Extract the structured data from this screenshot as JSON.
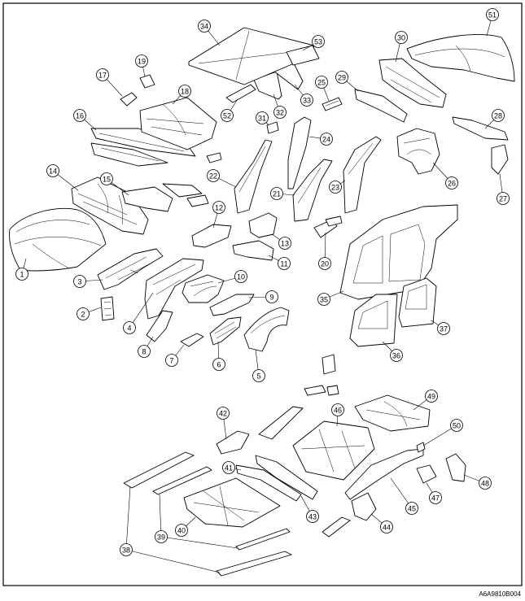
{
  "figure_code": "A6A9810B004",
  "callouts": [
    {
      "n": "1"
    },
    {
      "n": "2"
    },
    {
      "n": "3"
    },
    {
      "n": "4"
    },
    {
      "n": "5"
    },
    {
      "n": "6"
    },
    {
      "n": "7"
    },
    {
      "n": "8"
    },
    {
      "n": "9"
    },
    {
      "n": "10"
    },
    {
      "n": "11"
    },
    {
      "n": "12"
    },
    {
      "n": "13"
    },
    {
      "n": "14"
    },
    {
      "n": "15"
    },
    {
      "n": "16"
    },
    {
      "n": "17"
    },
    {
      "n": "18"
    },
    {
      "n": "19"
    },
    {
      "n": "20"
    },
    {
      "n": "21"
    },
    {
      "n": "22"
    },
    {
      "n": "23"
    },
    {
      "n": "24"
    },
    {
      "n": "25"
    },
    {
      "n": "26"
    },
    {
      "n": "27"
    },
    {
      "n": "28"
    },
    {
      "n": "29"
    },
    {
      "n": "30"
    },
    {
      "n": "31"
    },
    {
      "n": "32"
    },
    {
      "n": "33"
    },
    {
      "n": "34"
    },
    {
      "n": "35"
    },
    {
      "n": "36"
    },
    {
      "n": "37"
    },
    {
      "n": "38"
    },
    {
      "n": "39"
    },
    {
      "n": "40"
    },
    {
      "n": "41"
    },
    {
      "n": "42"
    },
    {
      "n": "43"
    },
    {
      "n": "44"
    },
    {
      "n": "45"
    },
    {
      "n": "46"
    },
    {
      "n": "47"
    },
    {
      "n": "48"
    },
    {
      "n": "49"
    },
    {
      "n": "50"
    },
    {
      "n": "51"
    },
    {
      "n": "52"
    },
    {
      "n": "53"
    }
  ]
}
